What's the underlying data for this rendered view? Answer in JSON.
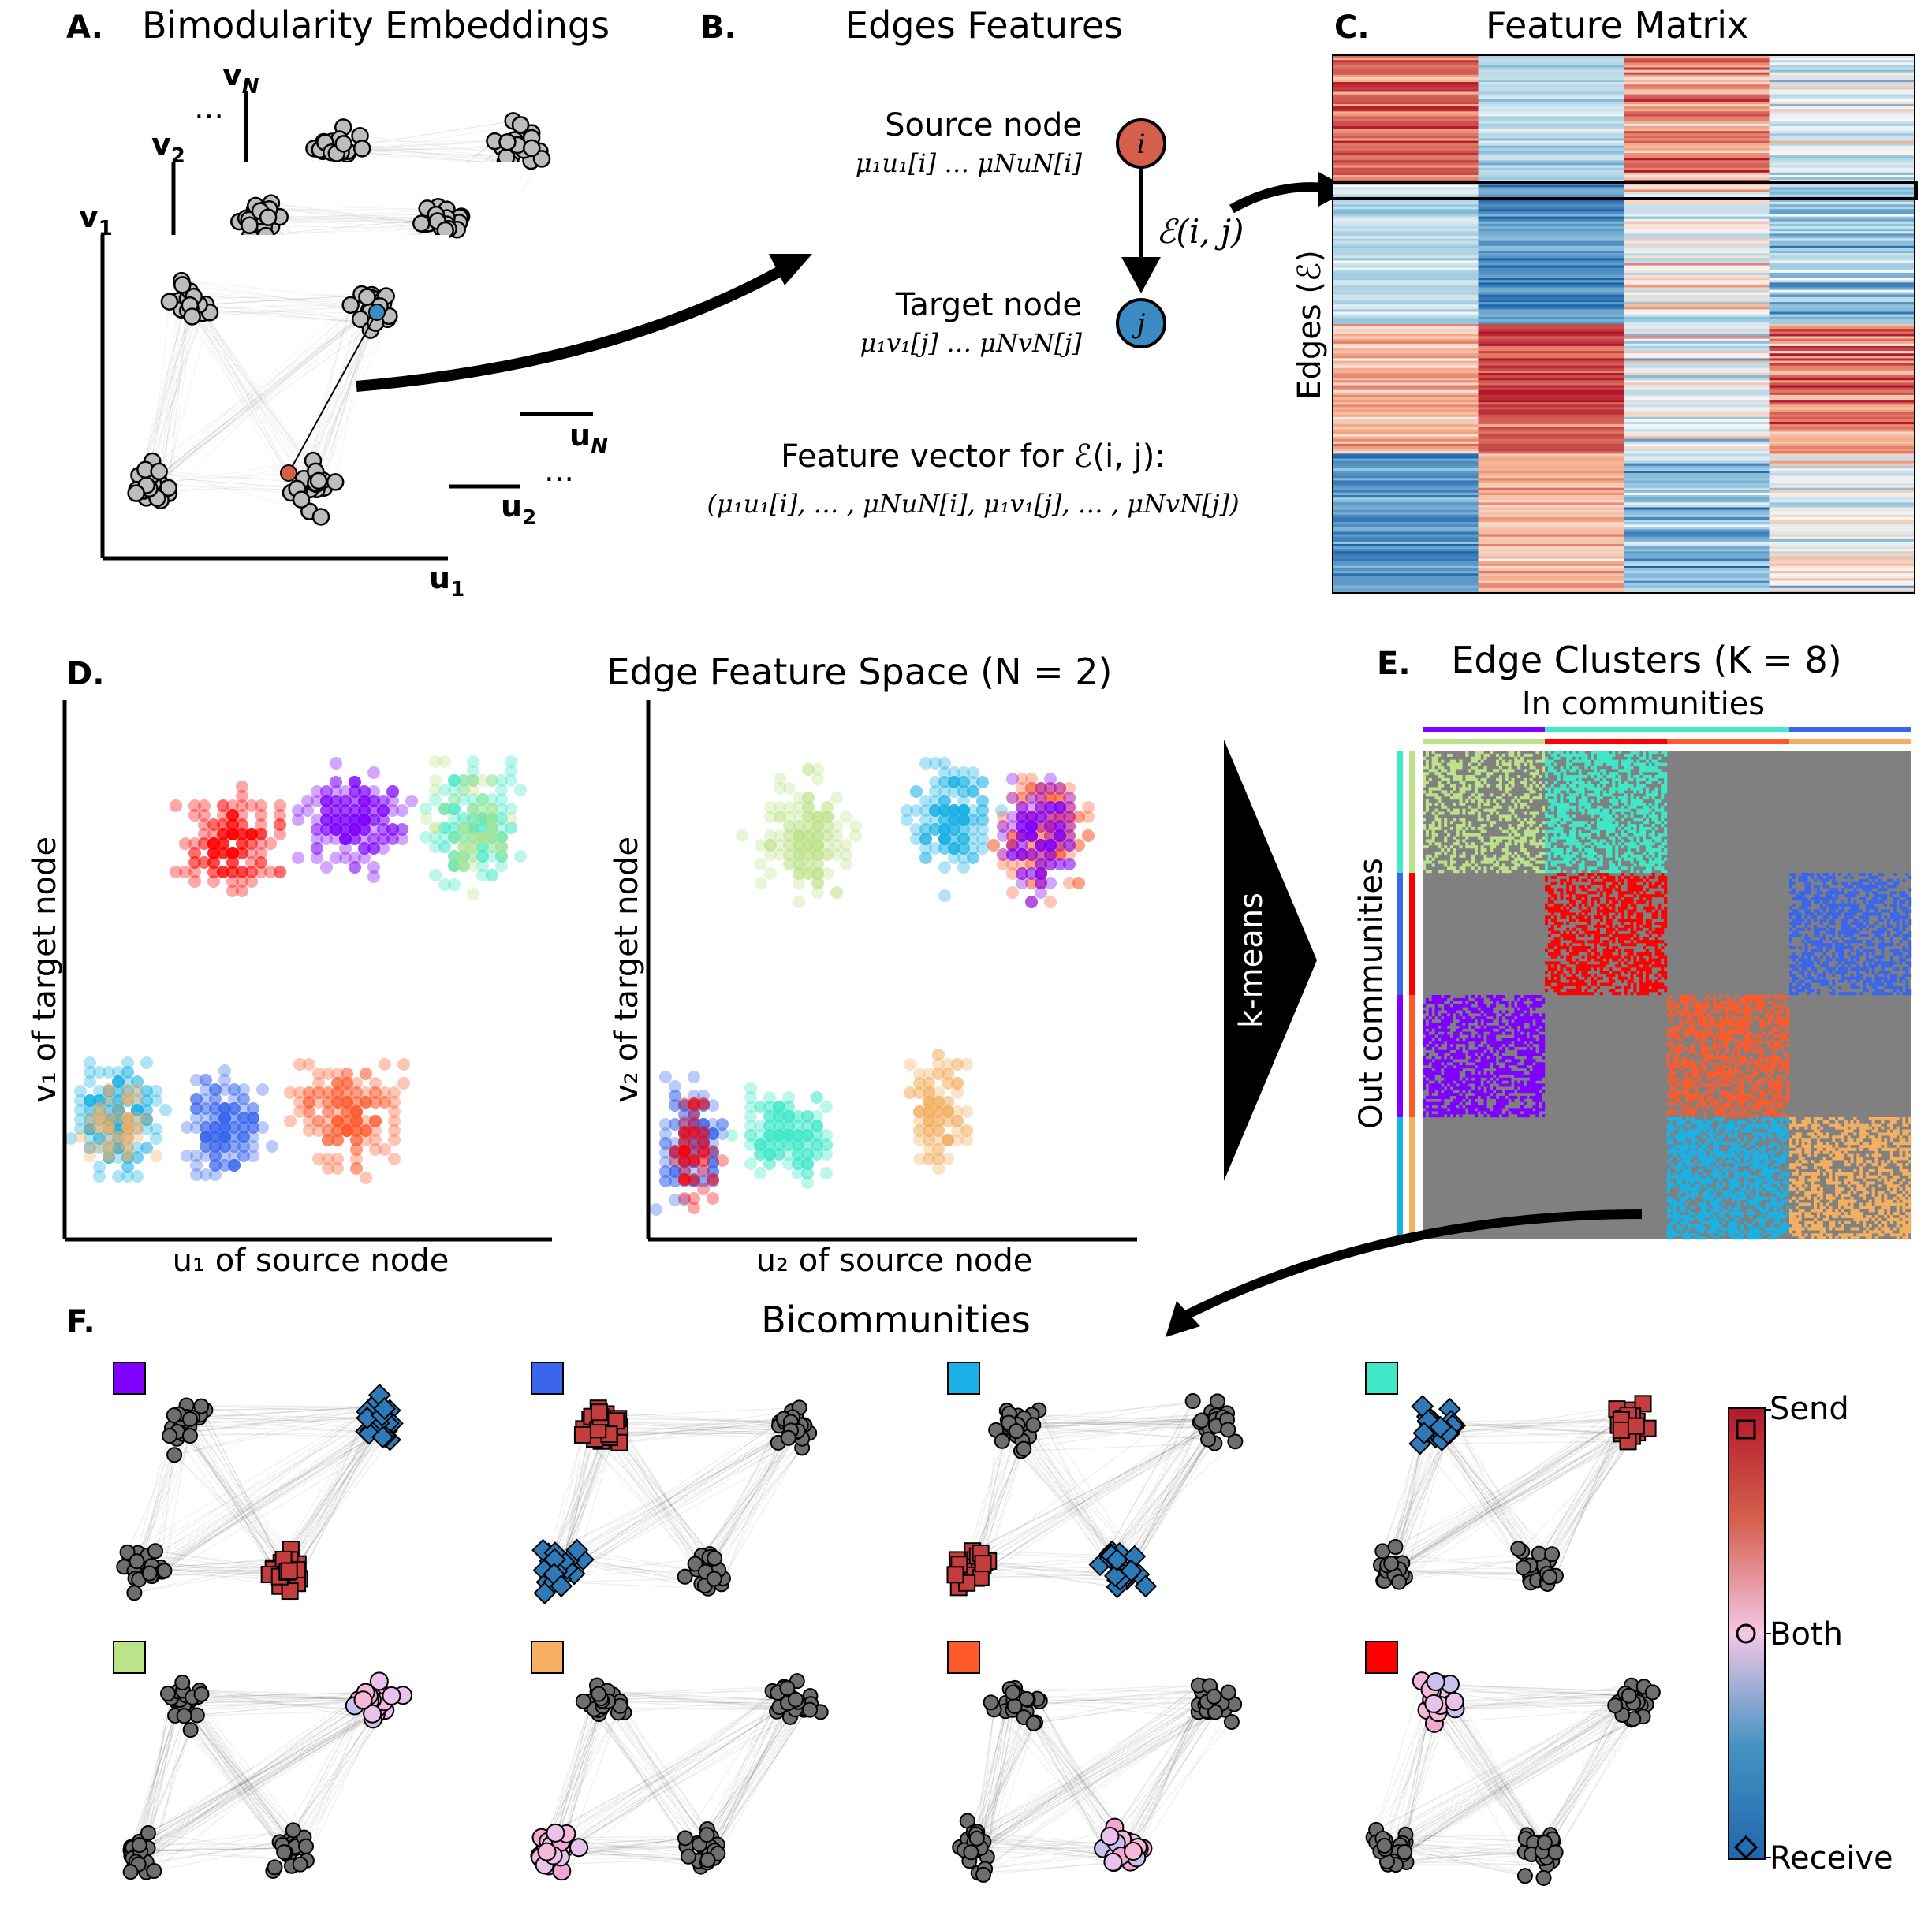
{
  "panelA": {
    "letter": "A.",
    "title": "Bimodularity Embeddings",
    "axes": {
      "v1": "v",
      "v1_sub": "1",
      "v2": "v",
      "v2_sub": "2",
      "vN": "v",
      "vN_sub": "N",
      "u1": "u",
      "u1_sub": "1",
      "u2": "u",
      "u2_sub": "2",
      "uN": "u",
      "uN_sub": "N",
      "dots": "…"
    }
  },
  "panelB": {
    "letter": "B.",
    "title": "Edges Features",
    "source_label": "Source node",
    "source_formula": "μ₁u₁[i] … μNuN[i]",
    "target_label": "Target node",
    "target_formula": "μ₁v₁[j] … μNvN[j]",
    "node_i": "i",
    "node_j": "j",
    "edge_label": "ℰ(i, j)",
    "feature_title": "Feature vector for ℰ(i, j):",
    "feature_vector": "(μ₁u₁[i], … , μNuN[i], μ₁v₁[j], … , μNvN[j])"
  },
  "panelC": {
    "letter": "C.",
    "title": "Feature Matrix",
    "ylabel": "Edges (ℰ)"
  },
  "panelD": {
    "letter": "D.",
    "title": "Edge Feature Space (N = 2)",
    "left_xlabel": "u₁ of source node",
    "left_ylabel": "v₁ of target node",
    "right_xlabel": "u₂ of source node",
    "right_ylabel": "v₂ of target node"
  },
  "kmeans": {
    "label": "k-means"
  },
  "panelE": {
    "letter": "E.",
    "title": "Edge Clusters (K = 8)",
    "in_label": "In communities",
    "out_label": "Out communities"
  },
  "panelF": {
    "letter": "F.",
    "title": "Bicommunities",
    "colorbar": {
      "top": "Send",
      "mid": "Both",
      "bottom": "Receive"
    },
    "cluster_colors": [
      "#7f00ff",
      "#3a66ee",
      "#1ab2e6",
      "#40e8c8",
      "#bce38a",
      "#f4b060",
      "#ff5a2a",
      "#ff0000"
    ]
  },
  "colors": {
    "send": "#c43c3c",
    "receive": "#2e7ab8",
    "both": "#f5b8d8",
    "node_gray": "#bdbdbd",
    "node_dark": "#6e6e6e",
    "matrix_bg": "#808080"
  }
}
